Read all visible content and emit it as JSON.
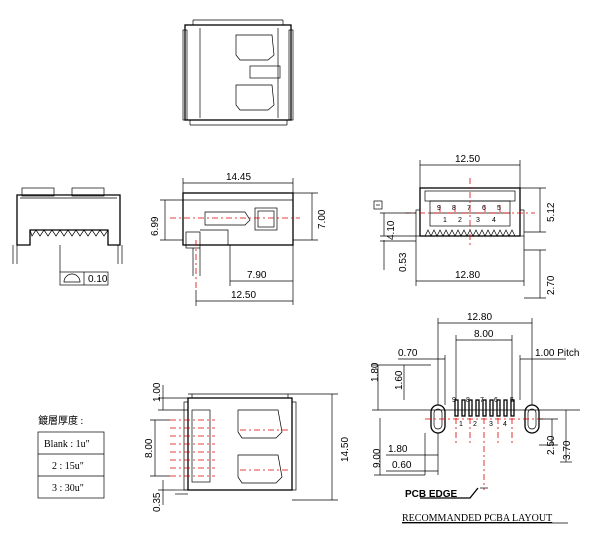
{
  "side_view": {
    "width": "14.45",
    "height_left": "6.99",
    "height_right": "7.00",
    "pin_offset": "7.90",
    "overall": "12.50"
  },
  "front_view": {
    "width_top": "12.50",
    "width_bottom": "12.80",
    "height_upper": "5.12",
    "height_lower": "2.70",
    "dim_left_top": "4.10",
    "dim_left_bottom": "0.53",
    "pin_top": [
      "9",
      "8",
      "7",
      "6",
      "5"
    ],
    "pin_bottom": [
      "1",
      "2",
      "3",
      "4"
    ]
  },
  "end_view": {
    "tolerance": "0.10"
  },
  "bottom_view": {
    "dim_top": "1.00",
    "dim_middle": "8.00",
    "dim_bottom": "0.35",
    "overall": "14.50"
  },
  "plating_table": {
    "title": "鍍層厚度 :",
    "rows": [
      "Blank : 1u\"",
      "2 : 15u\"",
      "3 : 30u\""
    ]
  },
  "pcb_layout": {
    "width": "12.80",
    "inner": "8.00",
    "pad_left": "0.70",
    "pitch": "1.00 Pitch",
    "v_outer": "1.80",
    "v_inner": "1.60",
    "total_height": "9.00",
    "dim_low_a": "1.80",
    "dim_low_b": "0.60",
    "right_a": "2.50",
    "right_b": "3.70",
    "pin_top": [
      "9",
      "8",
      "7",
      "6",
      "5"
    ],
    "pin_bottom": [
      "1",
      "2",
      "3",
      "4"
    ],
    "edge_label": "PCB EDGE",
    "caption": "RECOMMANDED PCBA LAYOUT"
  }
}
